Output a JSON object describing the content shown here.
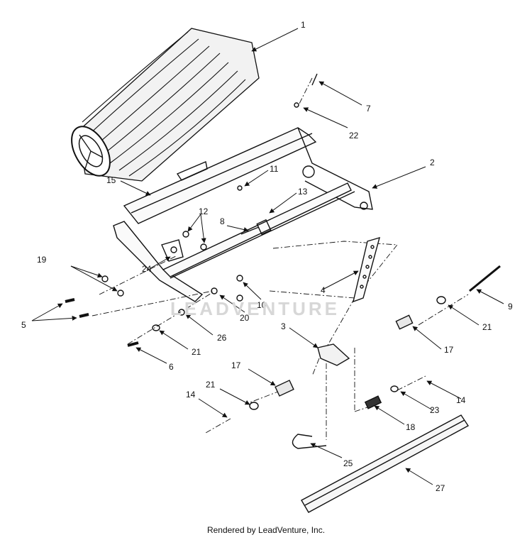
{
  "diagram": {
    "callouts": [
      "1",
      "7",
      "22",
      "2",
      "11",
      "15",
      "13",
      "12",
      "8",
      "19",
      "24",
      "4",
      "10",
      "20",
      "5",
      "3",
      "21",
      "9",
      "17",
      "26",
      "21",
      "6",
      "17",
      "21",
      "14",
      "23",
      "14",
      "18",
      "25",
      "27"
    ]
  },
  "watermark": {
    "text": "LEADVENTURE"
  },
  "footer": {
    "text": "Rendered by LeadVenture, Inc."
  }
}
